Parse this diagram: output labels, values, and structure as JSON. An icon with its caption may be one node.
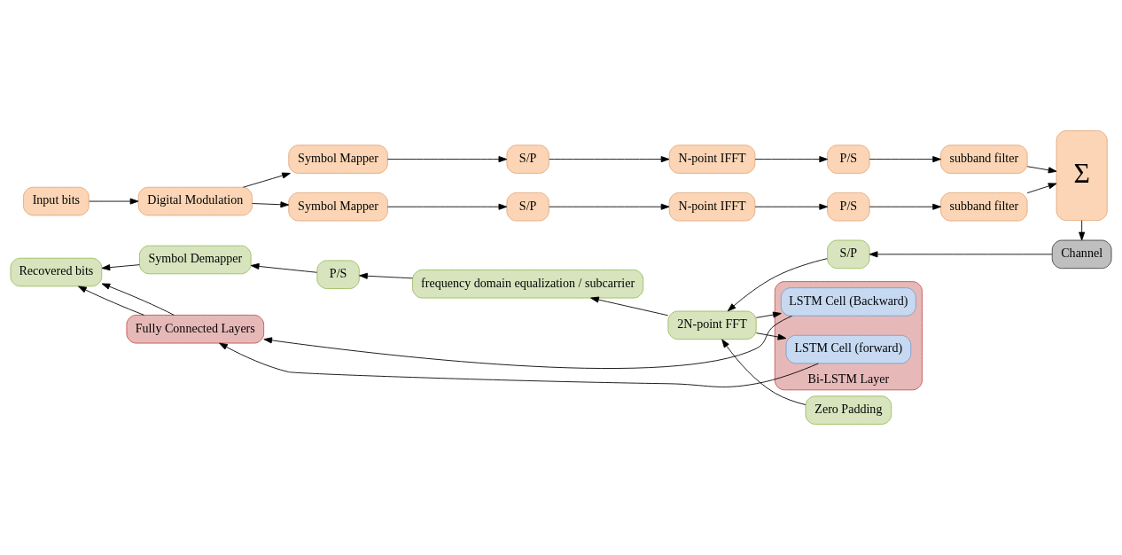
{
  "diagram": {
    "nodes": [
      {
        "text": [
          "Input bits"
        ]
      },
      {
        "text": [
          "Digital Modulation"
        ]
      },
      {
        "text": [
          "Symbol Mapper"
        ]
      },
      {
        "text": [
          "S/P"
        ]
      },
      {
        "text": [
          "N-point IFFT"
        ]
      },
      {
        "text": [
          "P/S"
        ]
      },
      {
        "text": [
          "subband filter"
        ]
      },
      {
        "text": [
          "Symbol Mapper"
        ]
      },
      {
        "text": [
          "S/P"
        ]
      },
      {
        "text": [
          "N-point IFFT"
        ]
      },
      {
        "text": [
          "P/S"
        ]
      },
      {
        "text": [
          "subband filter"
        ]
      },
      {
        "text": [
          "Σ"
        ]
      },
      {
        "text": [
          "Channel"
        ]
      },
      {
        "text": [
          "S/P"
        ]
      },
      {
        "text": [
          "2N-point FFT"
        ]
      },
      {
        "text": [
          "Zero Padding"
        ]
      },
      {
        "text": [
          "frequency domain equalization / subcarrier"
        ]
      },
      {
        "text": [
          "P/S"
        ]
      },
      {
        "text": [
          "Symbol Demapper"
        ]
      },
      {
        "text": [
          "Recovered bits"
        ]
      },
      {
        "text": [
          "Bi-LSTM Layer"
        ]
      },
      {
        "text": [
          "LSTM Cell (Backward)"
        ],
        "in": 21
      },
      {
        "text": [
          "LSTM Cell (forward)"
        ],
        "in": 21
      },
      {
        "text": [
          "Fully Connected Layers"
        ]
      }
    ],
    "edges": [
      {
        "from": 0,
        "to": 1,
        "arrow": "to"
      },
      {
        "from": 1,
        "to": 2,
        "arrow": "to"
      },
      {
        "from": 1,
        "to": 7,
        "arrow": "to"
      },
      {
        "from": 2,
        "to": 3,
        "arrow": "to"
      },
      {
        "from": 3,
        "to": 4,
        "arrow": "to"
      },
      {
        "from": 4,
        "to": 5,
        "arrow": "to"
      },
      {
        "from": 5,
        "to": 6,
        "arrow": "to"
      },
      {
        "from": 6,
        "to": 12,
        "arrow": "to"
      },
      {
        "from": 7,
        "to": 8,
        "arrow": "to"
      },
      {
        "from": 8,
        "to": 9,
        "arrow": "to"
      },
      {
        "from": 9,
        "to": 10,
        "arrow": "to"
      },
      {
        "from": 10,
        "to": 11,
        "arrow": "to"
      },
      {
        "from": 11,
        "to": 12,
        "arrow": "to"
      },
      {
        "from": 12,
        "to": 13,
        "arrow": "to"
      },
      {
        "from": 13,
        "to": 14,
        "arrow": "to"
      },
      {
        "from": 14,
        "to": 15,
        "arrow": "to"
      },
      {
        "from": 16,
        "to": 15,
        "arrow": "to"
      },
      {
        "from": 15,
        "to": 17,
        "arrow": "to"
      },
      {
        "from": 17,
        "to": 18,
        "arrow": "to"
      },
      {
        "from": 18,
        "to": 19,
        "arrow": "to"
      },
      {
        "from": 19,
        "to": 20,
        "arrow": "to"
      },
      {
        "from": 15,
        "to": 22,
        "arrow": "to"
      },
      {
        "from": 15,
        "to": 23,
        "arrow": "to"
      },
      {
        "from": 22,
        "to": 24,
        "arrow": "to"
      },
      {
        "from": 23,
        "to": 24,
        "arrow": "to"
      },
      {
        "from": 24,
        "to": 20,
        "arrow": "to"
      },
      {
        "from": 24,
        "to": 20,
        "arrow": "to"
      }
    ]
  }
}
